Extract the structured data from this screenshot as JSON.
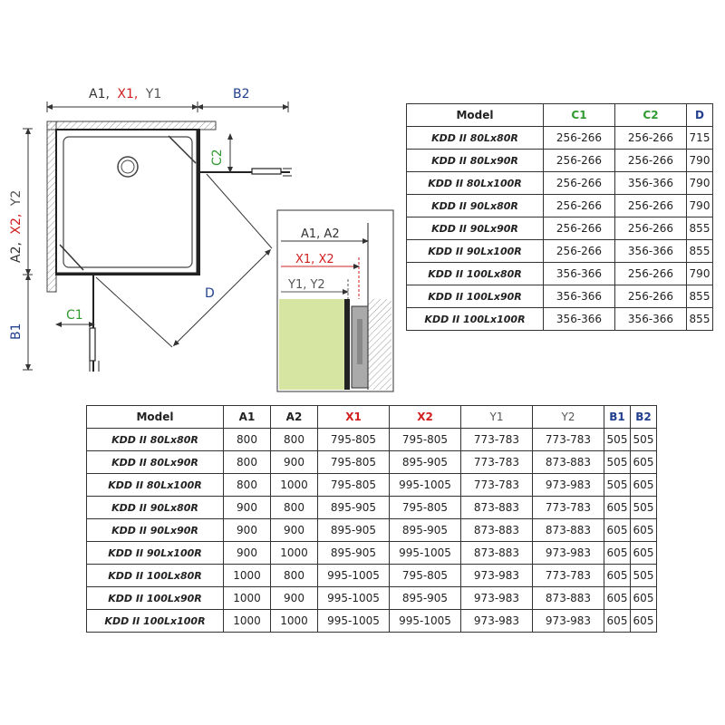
{
  "colors": {
    "a_label": "#333333",
    "x_label": "#d11f1f",
    "y_label": "#555555",
    "b_label": "#23408e",
    "c_label": "#2f9a2f",
    "d_label": "#23408e",
    "glass_fill": "#d7e5a3"
  },
  "diagram": {
    "label_top_a": "A1,",
    "label_top_x": "X1,",
    "label_top_y": "Y1",
    "label_b2": "B2",
    "label_left_a": "A2,",
    "label_left_x": "X2,",
    "label_left_y": "Y2",
    "label_b1": "B1",
    "label_c2": "C2",
    "label_c1": "C1",
    "label_d": "D",
    "detail_a": "A1, A2",
    "detail_x": "X1, X2",
    "detail_y": "Y1, Y2"
  },
  "table1": {
    "headers": [
      "Model",
      "C1",
      "C2",
      "D"
    ],
    "rows": [
      [
        "KDD II 80Lx80R",
        "256-266",
        "256-266",
        "715"
      ],
      [
        "KDD II 80Lx90R",
        "256-266",
        "256-266",
        "790"
      ],
      [
        "KDD II 80Lx100R",
        "256-266",
        "356-366",
        "790"
      ],
      [
        "KDD II 90Lx80R",
        "256-266",
        "256-266",
        "790"
      ],
      [
        "KDD II 90Lx90R",
        "256-266",
        "256-266",
        "855"
      ],
      [
        "KDD II 90Lx100R",
        "256-266",
        "356-366",
        "855"
      ],
      [
        "KDD II 100Lx80R",
        "356-366",
        "256-266",
        "790"
      ],
      [
        "KDD II 100Lx90R",
        "356-366",
        "256-266",
        "855"
      ],
      [
        "KDD II 100Lx100R",
        "356-366",
        "356-366",
        "855"
      ]
    ]
  },
  "table2": {
    "headers": [
      "Model",
      "A1",
      "A2",
      "X1",
      "X2",
      "Y1",
      "Y2",
      "B1",
      "B2"
    ],
    "rows": [
      [
        "KDD II 80Lx80R",
        "800",
        "800",
        "795-805",
        "795-805",
        "773-783",
        "773-783",
        "505",
        "505"
      ],
      [
        "KDD II 80Lx90R",
        "800",
        "900",
        "795-805",
        "895-905",
        "773-783",
        "873-883",
        "505",
        "605"
      ],
      [
        "KDD II 80Lx100R",
        "800",
        "1000",
        "795-805",
        "995-1005",
        "773-783",
        "973-983",
        "505",
        "605"
      ],
      [
        "KDD II 90Lx80R",
        "900",
        "800",
        "895-905",
        "795-805",
        "873-883",
        "773-783",
        "605",
        "505"
      ],
      [
        "KDD II 90Lx90R",
        "900",
        "900",
        "895-905",
        "895-905",
        "873-883",
        "873-883",
        "605",
        "605"
      ],
      [
        "KDD II 90Lx100R",
        "900",
        "1000",
        "895-905",
        "995-1005",
        "873-883",
        "973-983",
        "605",
        "605"
      ],
      [
        "KDD II 100Lx80R",
        "1000",
        "800",
        "995-1005",
        "795-805",
        "973-983",
        "773-783",
        "605",
        "505"
      ],
      [
        "KDD II 100Lx90R",
        "1000",
        "900",
        "995-1005",
        "895-905",
        "973-983",
        "873-883",
        "605",
        "605"
      ],
      [
        "KDD II 100Lx100R",
        "1000",
        "1000",
        "995-1005",
        "995-1005",
        "973-983",
        "973-983",
        "605",
        "605"
      ]
    ]
  }
}
